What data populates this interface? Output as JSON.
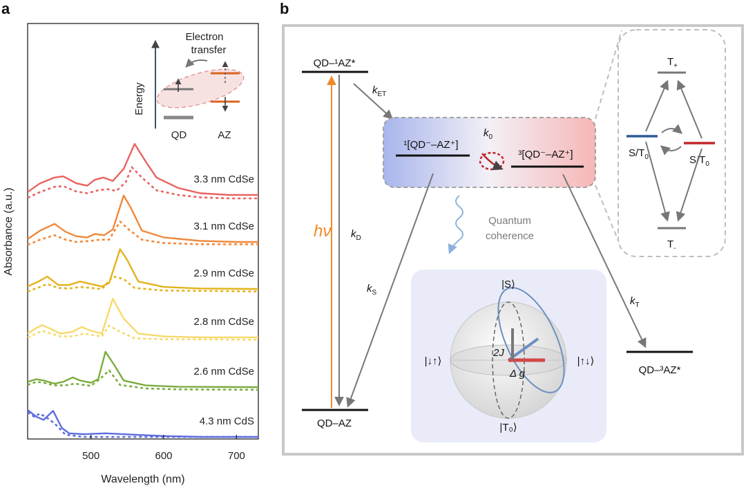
{
  "panel_a": {
    "letter": "a",
    "chart_data": {
      "type": "line",
      "xlabel": "Wavelength (nm)",
      "ylabel": "Absorbance (a.u.)",
      "xlim": [
        413,
        730
      ],
      "xticks": [
        500,
        600,
        700
      ],
      "xtick_labels": [
        "500",
        "600",
        "700"
      ],
      "series": [
        {
          "name": "3.3 nm CdSe",
          "color": "#e8625f",
          "solid": [
            [
              413,
              0.95
            ],
            [
              430,
              0.8
            ],
            [
              450,
              0.7
            ],
            [
              462,
              0.68
            ],
            [
              480,
              0.8
            ],
            [
              495,
              0.84
            ],
            [
              505,
              0.74
            ],
            [
              517,
              0.7
            ],
            [
              530,
              0.76
            ],
            [
              545,
              0.55
            ],
            [
              560,
              0.12
            ],
            [
              575,
              0.42
            ],
            [
              590,
              0.7
            ],
            [
              620,
              0.88
            ],
            [
              650,
              0.97
            ],
            [
              690,
              1.0
            ],
            [
              730,
              1.0
            ]
          ],
          "dashed": [
            [
              413,
              1.05
            ],
            [
              430,
              0.95
            ],
            [
              450,
              0.86
            ],
            [
              462,
              0.85
            ],
            [
              480,
              0.94
            ],
            [
              495,
              0.97
            ],
            [
              510,
              0.92
            ],
            [
              522,
              0.9
            ],
            [
              535,
              0.93
            ],
            [
              548,
              0.78
            ],
            [
              556,
              0.52
            ],
            [
              570,
              0.7
            ],
            [
              590,
              0.92
            ],
            [
              620,
              1.0
            ],
            [
              650,
              1.04
            ],
            [
              690,
              1.06
            ],
            [
              730,
              1.06
            ]
          ]
        },
        {
          "name": "3.1 nm CdSe",
          "color": "#f0883a",
          "solid": [
            [
              413,
              0.95
            ],
            [
              430,
              0.8
            ],
            [
              450,
              0.68
            ],
            [
              465,
              0.82
            ],
            [
              480,
              0.9
            ],
            [
              495,
              0.92
            ],
            [
              505,
              0.86
            ],
            [
              518,
              0.88
            ],
            [
              530,
              0.78
            ],
            [
              545,
              0.18
            ],
            [
              555,
              0.4
            ],
            [
              570,
              0.8
            ],
            [
              600,
              0.92
            ],
            [
              650,
              0.98
            ],
            [
              700,
              1.0
            ],
            [
              730,
              1.0
            ]
          ],
          "dashed": [
            [
              413,
              1.05
            ],
            [
              430,
              0.96
            ],
            [
              450,
              0.88
            ],
            [
              465,
              0.96
            ],
            [
              480,
              1.0
            ],
            [
              500,
              0.98
            ],
            [
              512,
              0.96
            ],
            [
              525,
              0.96
            ],
            [
              540,
              0.64
            ],
            [
              552,
              0.78
            ],
            [
              570,
              0.96
            ],
            [
              600,
              1.02
            ],
            [
              650,
              1.04
            ],
            [
              730,
              1.04
            ]
          ]
        },
        {
          "name": "2.9 nm CdSe",
          "color": "#e4b21a",
          "solid": [
            [
              413,
              0.95
            ],
            [
              428,
              0.85
            ],
            [
              440,
              0.75
            ],
            [
              455,
              0.92
            ],
            [
              470,
              0.92
            ],
            [
              485,
              0.85
            ],
            [
              500,
              0.9
            ],
            [
              515,
              0.95
            ],
            [
              525,
              0.88
            ],
            [
              540,
              0.2
            ],
            [
              550,
              0.42
            ],
            [
              565,
              0.85
            ],
            [
              600,
              0.96
            ],
            [
              650,
              0.99
            ],
            [
              730,
              1.0
            ]
          ],
          "dashed": [
            [
              413,
              1.05
            ],
            [
              430,
              0.96
            ],
            [
              440,
              0.9
            ],
            [
              455,
              0.98
            ],
            [
              470,
              0.99
            ],
            [
              485,
              0.96
            ],
            [
              500,
              0.98
            ],
            [
              515,
              1.0
            ],
            [
              530,
              0.75
            ],
            [
              545,
              0.8
            ],
            [
              560,
              0.98
            ],
            [
              600,
              1.03
            ],
            [
              730,
              1.05
            ]
          ]
        },
        {
          "name": "2.8 nm CdSe",
          "color": "#f7d96a",
          "solid": [
            [
              413,
              0.92
            ],
            [
              425,
              0.8
            ],
            [
              433,
              0.74
            ],
            [
              445,
              0.82
            ],
            [
              458,
              0.92
            ],
            [
              475,
              0.88
            ],
            [
              487,
              0.78
            ],
            [
              500,
              0.86
            ],
            [
              515,
              0.92
            ],
            [
              530,
              0.18
            ],
            [
              545,
              0.6
            ],
            [
              565,
              0.92
            ],
            [
              600,
              0.98
            ],
            [
              650,
              1.0
            ],
            [
              730,
              1.0
            ]
          ],
          "dashed": [
            [
              413,
              1.0
            ],
            [
              425,
              0.92
            ],
            [
              433,
              0.86
            ],
            [
              445,
              0.92
            ],
            [
              458,
              0.98
            ],
            [
              475,
              0.98
            ],
            [
              490,
              0.92
            ],
            [
              505,
              0.96
            ],
            [
              515,
              0.98
            ],
            [
              525,
              0.75
            ],
            [
              540,
              0.88
            ],
            [
              560,
              1.02
            ],
            [
              600,
              1.04
            ],
            [
              730,
              1.05
            ]
          ]
        },
        {
          "name": "2.6 nm CdSe",
          "color": "#7aab3c",
          "solid": [
            [
              413,
              0.88
            ],
            [
              425,
              0.82
            ],
            [
              435,
              0.85
            ],
            [
              450,
              0.92
            ],
            [
              462,
              0.88
            ],
            [
              475,
              0.78
            ],
            [
              485,
              0.85
            ],
            [
              500,
              0.9
            ],
            [
              510,
              0.82
            ],
            [
              520,
              0.2
            ],
            [
              532,
              0.5
            ],
            [
              545,
              0.85
            ],
            [
              575,
              0.96
            ],
            [
              620,
              0.99
            ],
            [
              730,
              1.0
            ]
          ],
          "dashed": [
            [
              413,
              0.95
            ],
            [
              425,
              0.88
            ],
            [
              435,
              0.9
            ],
            [
              450,
              0.96
            ],
            [
              465,
              0.96
            ],
            [
              478,
              0.92
            ],
            [
              490,
              0.95
            ],
            [
              500,
              0.97
            ],
            [
              512,
              0.82
            ],
            [
              525,
              0.62
            ],
            [
              540,
              0.95
            ],
            [
              575,
              1.03
            ],
            [
              620,
              1.05
            ],
            [
              730,
              1.06
            ]
          ]
        },
        {
          "name": "4.3 nm CdS",
          "color": "#5d6be0",
          "solid": [
            [
              413,
              0.4
            ],
            [
              425,
              0.55
            ],
            [
              435,
              0.62
            ],
            [
              448,
              0.42
            ],
            [
              460,
              0.8
            ],
            [
              470,
              0.92
            ],
            [
              490,
              0.94
            ],
            [
              520,
              0.92
            ],
            [
              560,
              0.95
            ],
            [
              600,
              0.98
            ],
            [
              650,
              1.0
            ],
            [
              730,
              1.0
            ]
          ],
          "dashed": [
            [
              413,
              0.45
            ],
            [
              422,
              0.55
            ],
            [
              430,
              0.48
            ],
            [
              440,
              0.58
            ],
            [
              450,
              0.7
            ],
            [
              465,
              0.95
            ],
            [
              490,
              1.0
            ],
            [
              520,
              1.0
            ],
            [
              560,
              1.0
            ],
            [
              730,
              1.0
            ]
          ]
        }
      ]
    },
    "inset": {
      "title_line1": "Electron",
      "title_line2": "transfer",
      "energy_label": "Energy",
      "qd_label": "QD",
      "az_label": "AZ"
    }
  },
  "panel_b": {
    "letter": "b",
    "levels": {
      "qd_1az": "QD–¹AZ*",
      "qd_az": "QD–AZ",
      "qd_3az": "QD–³AZ*",
      "singlet_cs": "¹[QD⁻–AZ⁺]",
      "triplet_cs": "³[QD⁻–AZ⁺]"
    },
    "rates": {
      "k_et": "k",
      "k_et_sub": "ET",
      "k_0": "k",
      "k_0_sub": "0",
      "k_d": "k",
      "k_d_sub": "D",
      "k_s": "k",
      "k_s_sub": "S",
      "k_t": "k",
      "k_t_sub": "T",
      "hv": "hν"
    },
    "quantum_coherence": {
      "line1": "Quantum",
      "line2": "coherence"
    },
    "bloch": {
      "top": "|S⟩",
      "bottom": "|T₀⟩",
      "left": "|↓↑⟩",
      "right": "|↑↓⟩",
      "two_j": "2J",
      "delta_g": "Δ g"
    },
    "zeeman": {
      "t_plus": "T",
      "t_plus_sub": "+",
      "t_minus": "T",
      "t_minus_sub": "-",
      "s_t0_left": "S/T",
      "s_t0_left_sub": "0",
      "s_t0_right": "S/T",
      "s_t0_right_sub": "0"
    },
    "colors": {
      "orange": "#f08a2c",
      "red_state": "#c0262c",
      "blue_state": "#2f5a9a",
      "arrow": "#777777"
    }
  }
}
